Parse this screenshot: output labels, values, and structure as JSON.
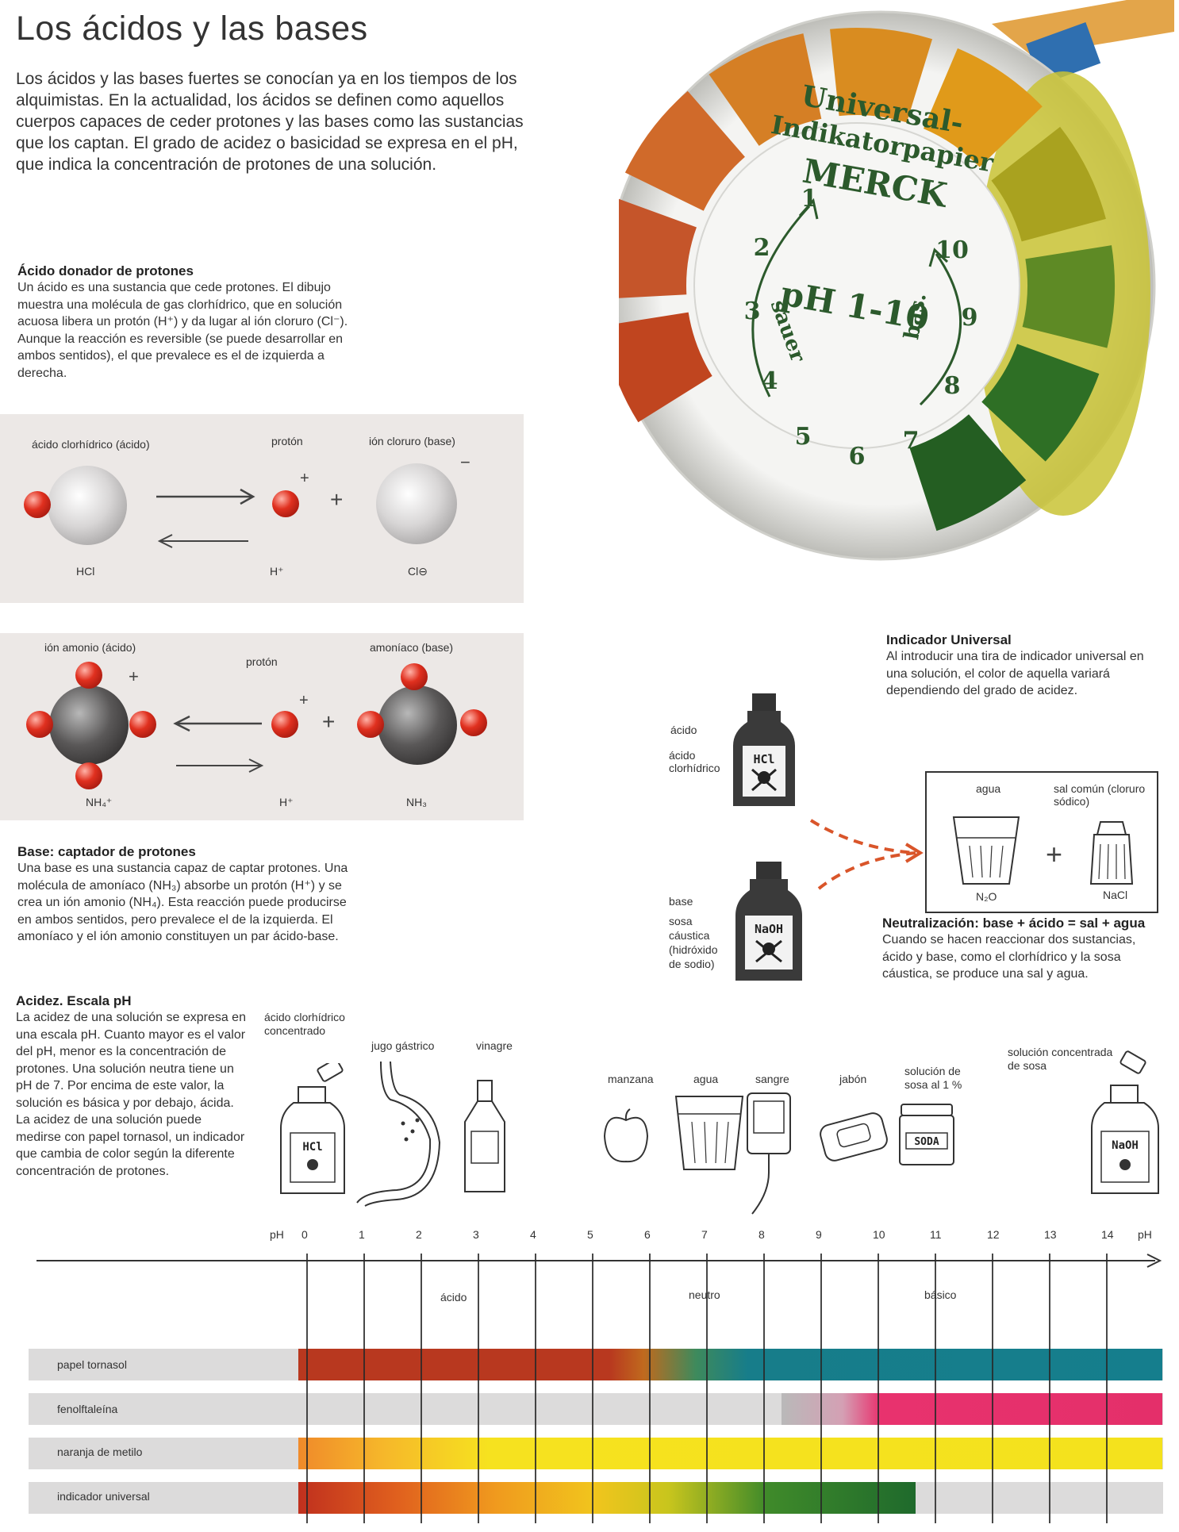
{
  "title": "Los ácidos y las bases",
  "intro": "Los ácidos y las bases fuertes se conocían ya en los tiempos de los alquimistas. En la actualidad, los ácidos se definen como aquellos cuerpos capaces de ceder protones y las bases como las sustancias que los captan. El grado de acidez o basicidad se expresa en el pH, que indica la concentración de protones de una solución.",
  "acid_donor": {
    "heading": "Ácido donador de protones",
    "body": "Un ácido es una sustancia que cede protones. El dibujo muestra una molécula de gas clorhídrico, que en solución acuosa libera un protón (H⁺) y da lugar al ión cloruro (Cl⁻). Aunque la reacción es reversible (se puede desarrollar en ambos sentidos), el que prevalece es el de izquierda a derecha."
  },
  "diagram1": {
    "label_left": "ácido clorhídrico (ácido)",
    "label_mid": "protón",
    "label_right": "ión cloruro (base)",
    "formula_left": "HCl",
    "formula_mid": "H⁺",
    "formula_right": "Cl⊖",
    "plus_sign": "+",
    "minus_sign": "−",
    "charge_plus": "+"
  },
  "diagram2": {
    "label_left": "ión amonio (ácido)",
    "label_mid": "protón",
    "label_right": "amoníaco (base)",
    "formula_left": "NH₄⁺",
    "formula_mid": "H⁺",
    "formula_right": "NH₃",
    "plus_sign": "+",
    "charge_plus": "+"
  },
  "base_acceptor": {
    "heading": "Base: captador de protones",
    "body": "Una base es una sustancia capaz de captar protones. Una molécula de amoníaco (NH₃) absorbe un protón (H⁺) y se crea un ión amonio (NH₄). Esta reacción puede producirse en ambos sentidos, pero prevalece el de la izquierda. El amoníaco y el ión amonio constituyen un par ácido-base."
  },
  "acidity": {
    "heading": "Acidez. Escala pH",
    "body": "La acidez de una solución se expresa en una escala pH. Cuanto mayor es el valor del pH, menor es la concentración de protones. Una solución neutra tiene un pH de 7. Por encima de este valor, la solución es básica y por debajo, ácida. La acidez de una solución puede medirse con papel tornasol, un indicador que cambia de color según la diferente concentración de protones."
  },
  "universal_indicator": {
    "heading": "Indicador Universal",
    "body": "Al introducir una tira de indicador universal en una solución, el color de aquella variará dependiendo del grado de acidez."
  },
  "dial": {
    "brand_line1": "Universal-",
    "brand_line2": "Indikatorpapier",
    "brand_line3": "MERCK",
    "center": "pH 1-10",
    "sauer": "sauer",
    "bas": "bas.",
    "numbers": [
      "1",
      "2",
      "3",
      "4",
      "5",
      "6",
      "7",
      "8",
      "9",
      "10"
    ],
    "colors": [
      "#c0451f",
      "#c5552a",
      "#d06a2a",
      "#d57f25",
      "#d98c20",
      "#e09a1a",
      "#a9a21f",
      "#5e8a25",
      "#2e6f25",
      "#245e22"
    ]
  },
  "neutralization": {
    "acid_label": "ácido",
    "acid_name": "ácido clorhídrico",
    "acid_bottle": "HCl",
    "base_label": "base",
    "base_name": "sosa cáustica (hidróxido de sodio)",
    "base_bottle": "NaOH",
    "water_label": "agua",
    "salt_label": "sal común (cloruro sódico)",
    "water_formula": "N₂O",
    "salt_formula": "NaCl",
    "plus": "+",
    "heading": "Neutralización: base + ácido = sal + agua",
    "body": "Cuando se hacen reaccionar dos sustancias, ácido y base, como el clorhídrico y la sosa cáustica, se produce una sal y agua."
  },
  "examples": {
    "hcl_conc": "ácido clorhídrico concentrado",
    "hcl_bottle": "HCl",
    "jugo": "jugo gástrico",
    "vinagre": "vinagre",
    "manzana": "manzana",
    "agua": "agua",
    "sangre": "sangre",
    "jabon": "jabón",
    "sosa1": "solución de sosa al 1 %",
    "soda_label": "SODA",
    "sosa_conc": "solución concentrada de sosa",
    "naoh_bottle": "NaOH"
  },
  "scale": {
    "ph_label": "pH",
    "ticks": [
      "0",
      "1",
      "2",
      "3",
      "4",
      "5",
      "6",
      "7",
      "8",
      "9",
      "10",
      "11",
      "12",
      "13",
      "14"
    ],
    "zone_acid": "ácido",
    "zone_neutral": "neutro",
    "zone_basic": "básico"
  },
  "bands": [
    {
      "label": "papel tornasol"
    },
    {
      "label": "fenolftaleína"
    },
    {
      "label": "naranja de metilo"
    },
    {
      "label": "indicador universal"
    }
  ]
}
